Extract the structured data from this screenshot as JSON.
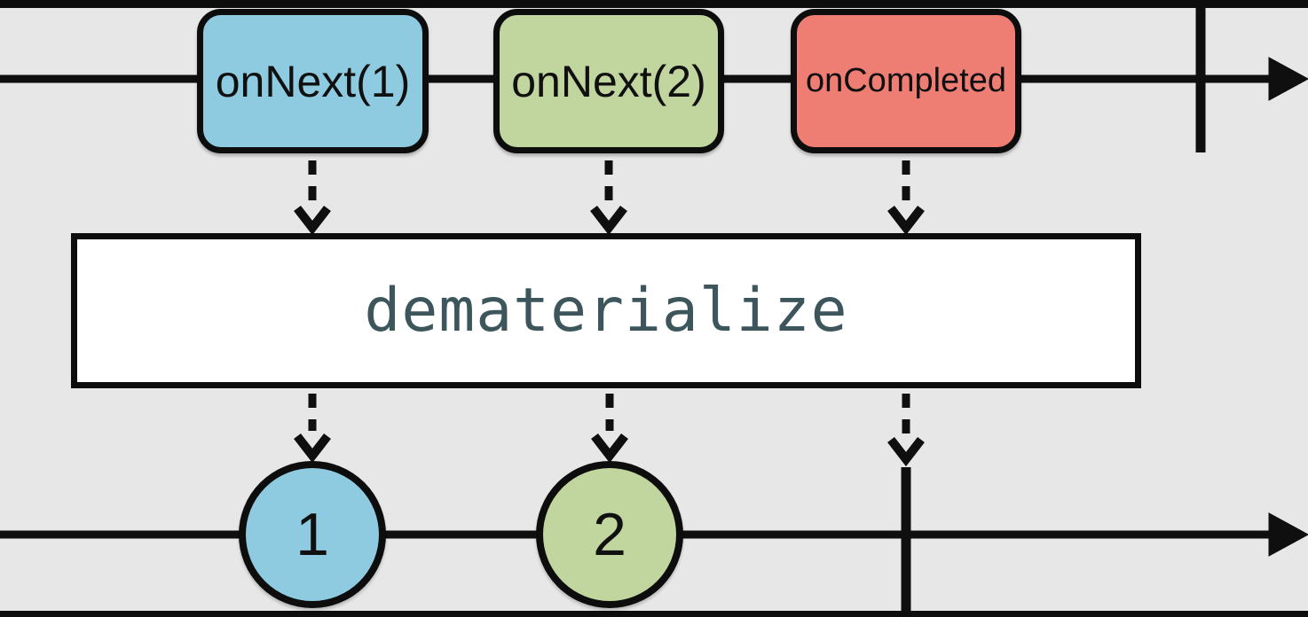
{
  "operator": {
    "label": "dematerialize"
  },
  "source_timeline": {
    "description": "input observable of Notification events",
    "events": [
      {
        "label": "onNext(1)",
        "color": "#8ecbe0"
      },
      {
        "label": "onNext(2)",
        "color": "#c1d69e"
      },
      {
        "label": "onCompleted",
        "color": "#ee7e73"
      }
    ],
    "completed": true
  },
  "output_timeline": {
    "description": "output observable of plain values",
    "events": [
      {
        "label": "1",
        "color": "#8ecbe0"
      },
      {
        "label": "2",
        "color": "#c1d69e"
      }
    ],
    "completed": true
  },
  "colors": {
    "background": "#e7e7e7",
    "frame": "#0d0d0d",
    "line": "#0f0f0f",
    "operator_box_bg": "#ffffff",
    "operator_text": "#3d565c"
  }
}
